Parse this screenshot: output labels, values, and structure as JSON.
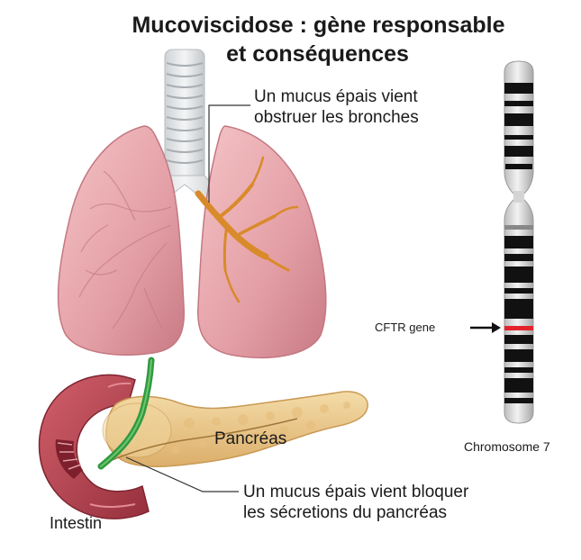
{
  "title": {
    "line1": "Mucoviscidose : gène responsable",
    "line2": "et conséquences"
  },
  "lungs": {
    "caption_line1": "Un mucus épais vient",
    "caption_line2": "obstruer les bronches"
  },
  "pancreas": {
    "label": "Pancréas",
    "caption_line1": "Un mucus épais vient bloquer",
    "caption_line2": "les sécretions du pancréas"
  },
  "intestine": {
    "label": "Intestin"
  },
  "chromosome": {
    "gene_label": "CFTR gene",
    "name": "Chromosome 7"
  },
  "colors": {
    "lung": "#e7a5ab",
    "bronchi_mucus": "#d98a2a",
    "pancreas": "#ecca8c",
    "intestine": "#b8414d",
    "bile_duct": "#3aa64a",
    "gene_marker": "#e4242c"
  }
}
